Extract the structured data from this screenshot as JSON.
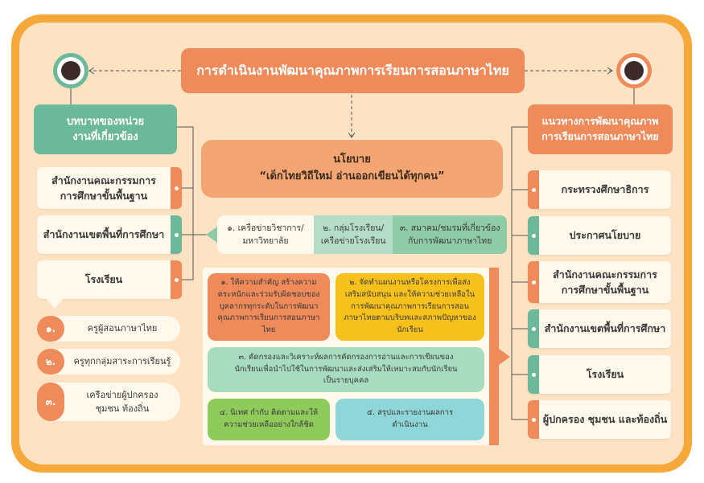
{
  "title": "การดำเนินงานพัฒนาคุณภาพการเรียนการสอนภาษาไทย",
  "left": {
    "header": "บทบาทของหน่วยงานที่เกี่ยวข้อง",
    "items": [
      "สำนักงานคณะกรรมการการศึกษาขั้นพื้นฐาน",
      "สำนักงานเขตพื้นที่การศึกษา",
      "โรงเรียน"
    ],
    "school_roles": [
      {
        "num": "๑.",
        "label": "ครูผู้สอนภาษาไทย"
      },
      {
        "num": "๒.",
        "label": "ครูทุกกลุ่มสาระการเรียนรู้"
      },
      {
        "num": "๓.",
        "label": "เครือข่ายผู้ปกครอง ชุมชน ท้องถิ่น"
      }
    ]
  },
  "center": {
    "policy_heading": "นโยบาย",
    "policy_text": "“เด็กไทยวิถีใหม่ อ่านออกเขียนได้ทุกคน”",
    "networks": [
      "๑. เครือข่ายวิชาการ/มหาวิทยาลัย",
      "๒. กลุ่มโรงเรียน/เครือข่ายโรงเรียน",
      "๓. สมาคม/ชมรมที่เกี่ยวข้องกับการพัฒนาภาษาไทย"
    ],
    "steps": [
      "๑. ให้ความสำคัญ สร้างความตระหนักและร่วมรับผิดชอบของบุคลากรทุกระดับในการพัฒนาคุณภาพการเรียนการสอนภาษาไทย",
      "๒. จัดทำแผนงานหรือโครงการเพื่อส่งเสริมสนับสนุน และให้ความช่วยเหลือในการพัฒนาคุณภาพการเรียนการสอนภาษาไทยตามบริบทและสภาพปัญหาของนักเรียน",
      "๓. คัดกรองและวิเคราะห์ผลการคัดกรองการอ่านและการเขียนของนักเรียนเพื่อนำไปใช้ในการพัฒนาและส่งเสริมให้เหมาะสมกับนักเรียนเป็นรายบุคคล",
      "๔. นิเทศ กำกับ ติดตามและให้ความช่วยเหลืออย่างใกล้ชิด",
      "๕. สรุปและรายงานผลการดำเนินงาน"
    ]
  },
  "right": {
    "header": "แนวทางการพัฒนาคุณภาพการเรียนการสอนภาษาไทย",
    "items": [
      "กระทรวงศึกษาธิการ",
      "ประกาศนโยบาย",
      "สำนักงานคณะกรรมการการศึกษาขั้นพื้นฐาน",
      "สำนักงานเขตพื้นที่การศึกษา",
      "โรงเรียน",
      "ผู้ปกครอง ชุมชน และท้องถิ่น"
    ]
  },
  "colors": {
    "frame": "#f6a93a",
    "background": "#fde3c3",
    "orange": "#ef8a5a",
    "green": "#6cb89a",
    "card": "#fff8ed",
    "step1": "#ef8a5a",
    "step2": "#f7c11c",
    "step3": "#a8dcc1",
    "step4": "#8fcb5a",
    "step5": "#8fd6d8"
  }
}
